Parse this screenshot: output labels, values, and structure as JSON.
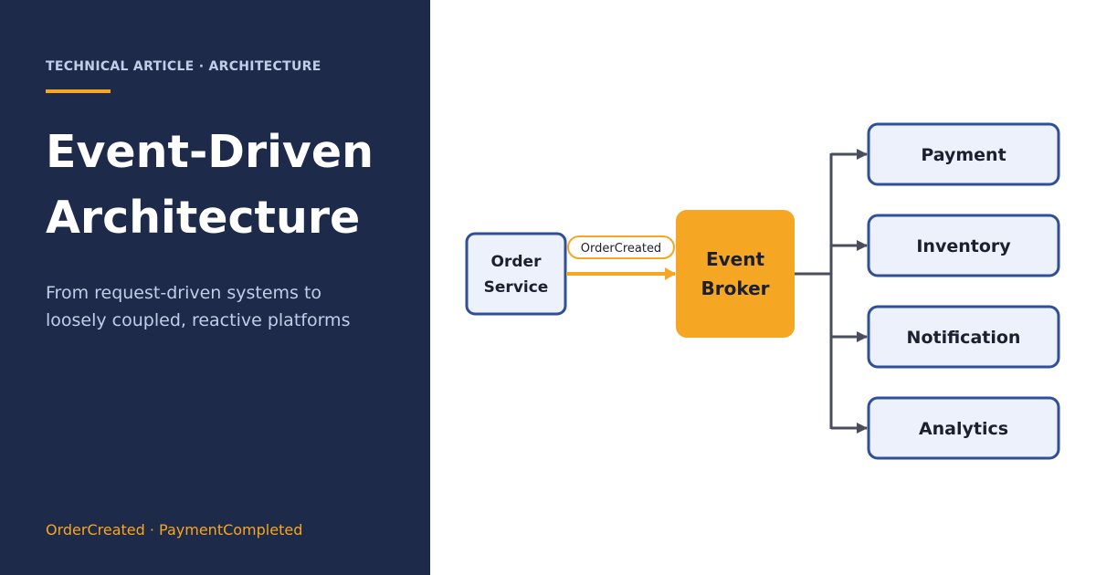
{
  "left_panel": {
    "kicker": "TECHNICAL ARTICLE · ARCHITECTURE",
    "title_lines": [
      "Event-Driven",
      "Architecture"
    ],
    "subtitle_lines": [
      "From request-driven systems to",
      "loosely coupled, reactive platforms"
    ],
    "footer_events": "OrderCreated · PaymentCompleted"
  },
  "diagram": {
    "producer": {
      "lines": [
        "Order",
        "Service"
      ]
    },
    "event_label": "OrderCreated",
    "broker": {
      "lines": [
        "Event",
        "Broker"
      ]
    },
    "consumers": [
      "Payment",
      "Inventory",
      "Notification",
      "Analytics"
    ]
  },
  "colors": {
    "panel_bg": "#1e2a4a",
    "accent": "#f5a623",
    "node_fill": "#ecf1fb",
    "node_stroke": "#2f4f9a",
    "connector": "#4a4e5c"
  }
}
